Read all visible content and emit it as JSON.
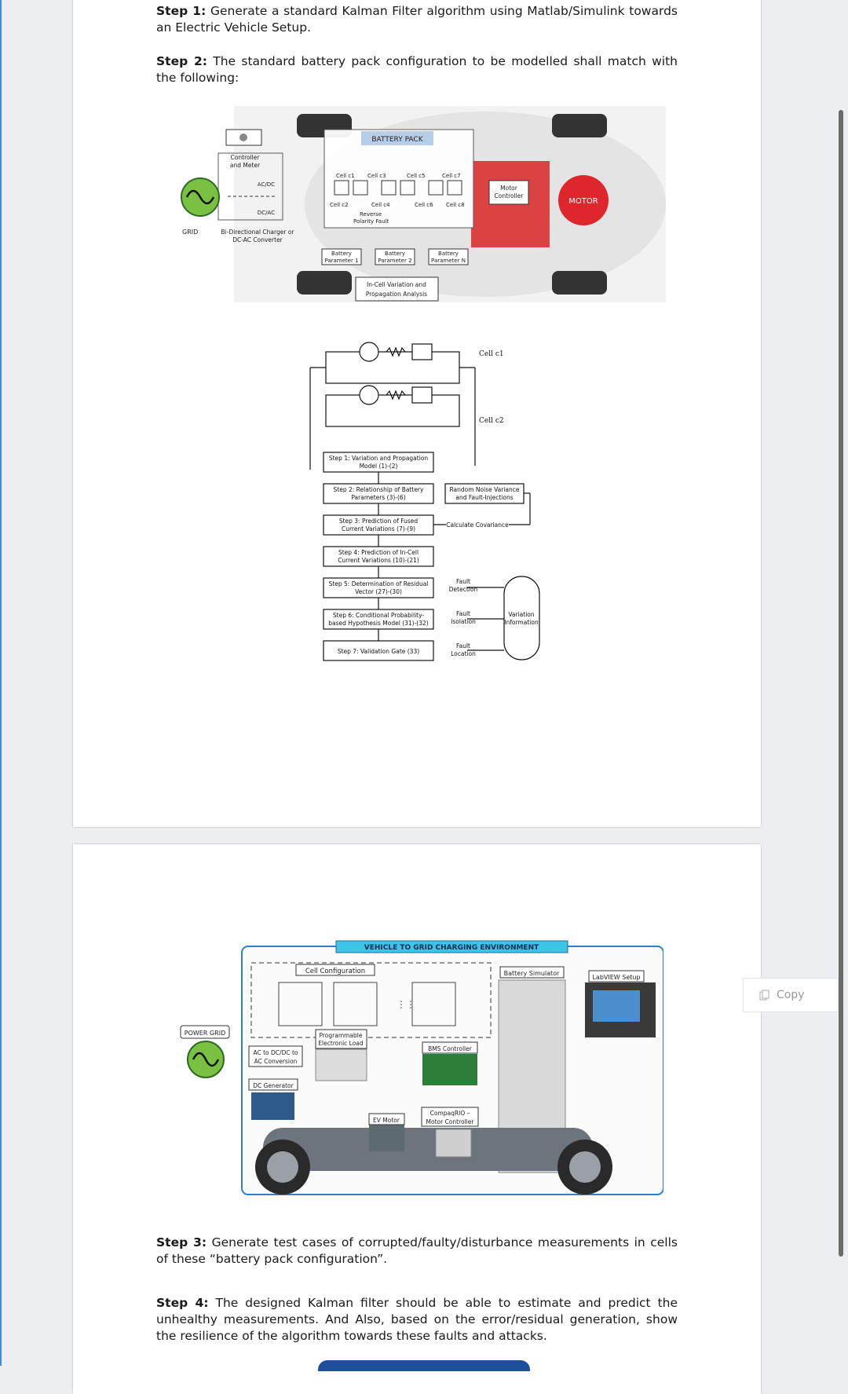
{
  "steps": [
    {
      "label": "Step 1:",
      "text": " Generate a standard Kalman Filter algorithm using Matlab/Simulink towards an Electric Vehicle Setup."
    },
    {
      "label": "Step 2:",
      "text": " The standard battery pack configuration to be modelled shall match with the following:"
    },
    {
      "label": "Step 3:",
      "text": " Generate test cases of corrupted/faulty/disturbance measurements in cells of these “battery pack configuration”."
    },
    {
      "label": "Step 4:",
      "text": " The designed Kalman filter should be able to estimate and predict the unhealthy measurements. And Also, based on the error/residual generation, show the resilience of the algorithm towards these faults and attacks."
    }
  ],
  "fig1": {
    "battery_pack": "BATTERY PACK",
    "controller": [
      "Controller",
      "and Meter"
    ],
    "acdc": "AC/DC",
    "dcac": "DC/AC",
    "grid": "GRID",
    "charger": [
      "Bi-Directional Charger or",
      "DC-AC Converter"
    ],
    "motor_controller": [
      "Motor",
      "Controller"
    ],
    "motor": "MOTOR",
    "cells_top": [
      "Cell c1",
      "Cell c3",
      "Cell c5",
      "Cell c7"
    ],
    "cells_bottom": [
      "Cell c2",
      "Cell c4",
      "Cell c6",
      "Cell c8"
    ],
    "reverse": [
      "Reverse",
      "Polarity Fault"
    ],
    "params": [
      [
        "Battery",
        "Parameter 1"
      ],
      [
        "Battery",
        "Parameter 2"
      ],
      [
        "Battery",
        "Parameter N"
      ]
    ],
    "incell": [
      "In-Cell Variation and",
      "Propagation Analysis"
    ]
  },
  "fig2": {
    "cell1": "Cell c1",
    "cell2": "Cell c2",
    "steps": [
      [
        "Step 1: Variation and Propagation",
        "Model (1)-(2)"
      ],
      [
        "Step 2: Relationship of Battery",
        "Parameters (3)-(6)"
      ],
      [
        "Step 3: Prediction of Fused",
        "Current Variations (7)-(9)"
      ],
      [
        "Step 4: Prediction of In-Cell",
        "Current Variations (10)-(21)"
      ],
      [
        "Step 5: Determination of Residual",
        "Vector (27)-(30)"
      ],
      [
        "Step 6: Conditional Probability-",
        "based Hypothesis Model (31)-(32)"
      ],
      [
        "Step 7: Validation Gate (33)"
      ]
    ],
    "noise": [
      "Random Noise Variance",
      "and Fault-Injections"
    ],
    "covariance": "Calculate Covariance",
    "detection": [
      "Fault",
      "Detection"
    ],
    "isolation": [
      "Fault",
      "Isolation"
    ],
    "location": [
      "Fault",
      "Location"
    ],
    "variation_info": [
      "Variation",
      "Information"
    ]
  },
  "fig3": {
    "title": "VEHICLE TO GRID CHARGING ENVIRONMENT",
    "cell_config": "Cell Configuration",
    "battery_sim": "Battery Simulator",
    "labview": "LabVIEW Setup",
    "power_grid": "POWER GRID",
    "acdc": [
      "AC to DC/DC to",
      "AC Conversion"
    ],
    "dc_gen": "DC Generator",
    "prog_load": [
      "Programmable",
      "Electronic Load"
    ],
    "bms": "BMS Controller",
    "ev_motor": "EV Motor",
    "compaq": [
      "CompaqRIO –",
      "Motor Controller"
    ]
  },
  "ui": {
    "copy": "Copy"
  },
  "colors": {
    "accent_blue": "#2b7fd0",
    "grid_green": "#7ac143",
    "motor_red": "#e0262d",
    "header_cyan": "#3ec4e6"
  }
}
